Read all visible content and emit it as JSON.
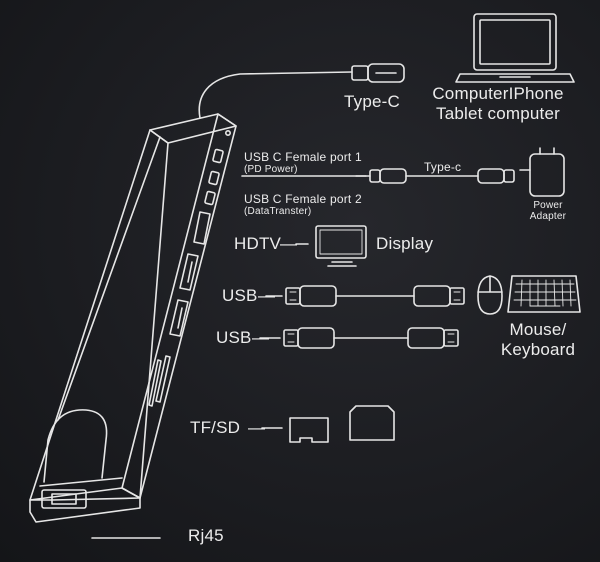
{
  "labels": {
    "type_c": "Type-C",
    "computer_line1": "ComputerIPhone",
    "computer_line2": "Tablet computer",
    "usbc_port1": "USB C Female port 1",
    "pd_power": "(PD Power)",
    "usbc_port2": "USB C Female port 2",
    "data_transfer": "(DataTranster)",
    "type_c_cable": "Type-c",
    "power_adapter_line1": "Power",
    "power_adapter_line2": "Adapter",
    "hdtv": "HDTV",
    "display": "Display",
    "usb_1": "USB",
    "usb_2": "USB",
    "mouse_keyboard_line1": "Mouse/",
    "mouse_keyboard_line2": "Keyboard",
    "tf_sd": "TF/SD",
    "rj45": "Rj45"
  },
  "colors": {
    "background": "#1b1c20",
    "line": "#e6e6e6"
  }
}
